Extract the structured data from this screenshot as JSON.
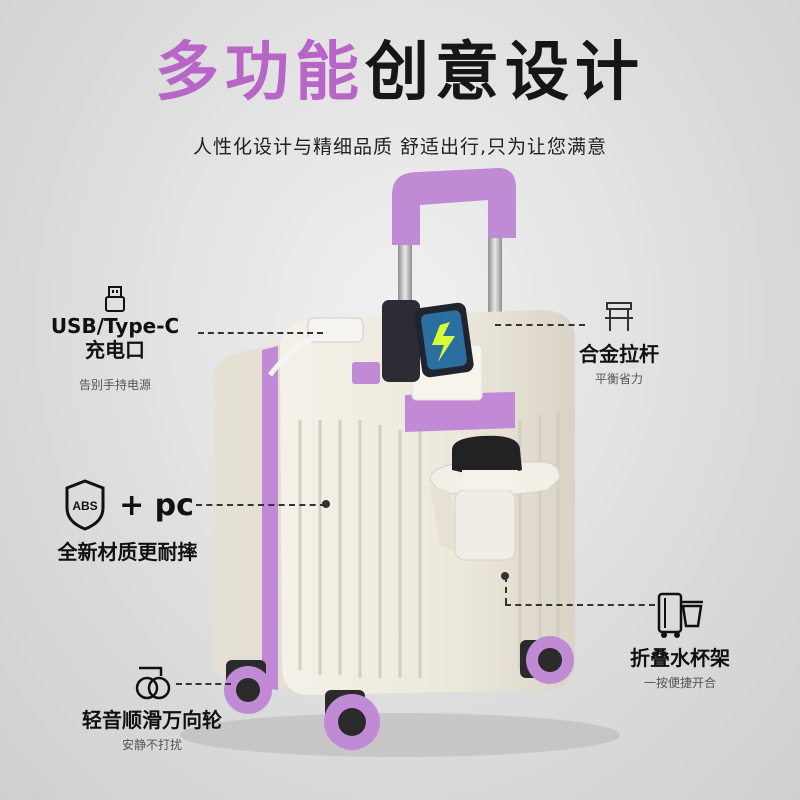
{
  "header": {
    "title_accent": "多功能",
    "title_main": "创意设计",
    "subtitle": "人性化设计与精细品质 舒适出行,只为让您满意"
  },
  "features": {
    "usb": {
      "main_line1": "USB/Type-C",
      "main_line2": "充电口",
      "sub": "告别手持电源",
      "icon": "usb-icon"
    },
    "material": {
      "badge": "ABS",
      "plus": "+ pc",
      "main": "全新材质更耐摔",
      "icon": "abs-shield-icon"
    },
    "wheels": {
      "main": "轻音顺滑万向轮",
      "sub": "安静不打扰",
      "icon": "wheel-icon"
    },
    "handle": {
      "main": "合金拉杆",
      "sub": "平衡省力",
      "icon": "trolley-handle-icon"
    },
    "cupholder": {
      "main": "折叠水杯架",
      "sub": "一按便捷开合",
      "icon": "suitcase-cup-icon"
    }
  },
  "colors": {
    "accent": "#b865c8",
    "dark": "#161616",
    "shell": "#eeeadf",
    "purple": "#c28ad6"
  }
}
